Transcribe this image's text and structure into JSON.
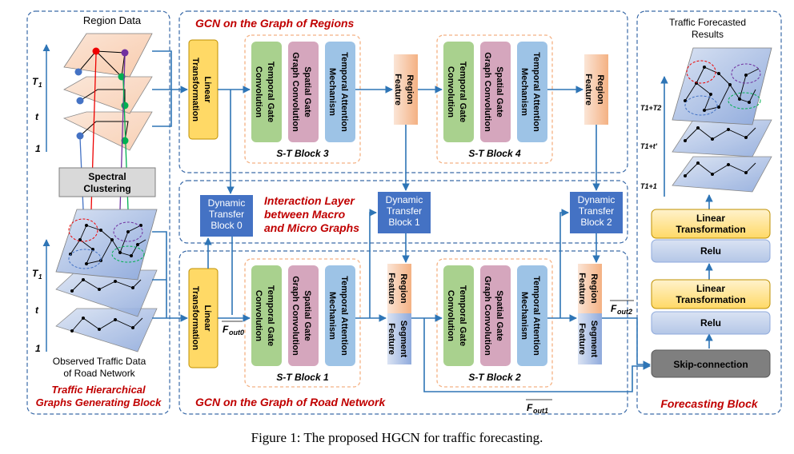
{
  "panels": {
    "hierarchical_title": "Traffic Hierarchical\nGraphs Generating Block",
    "gcn_regions_title": "GCN on the Graph of Regions",
    "interaction_title": "Interaction Layer\nbetween Macro\nand Micro Graphs",
    "gcn_road_title": "GCN on the Graph of Road Network",
    "forecasting_title": "Forecasting Block"
  },
  "left": {
    "region_data": "Region Data",
    "spectral_clustering": "Spectral\nClustering",
    "observed_traffic": "Observed Traffic Data\nof Road Network",
    "t_labels": {
      "T1": "T",
      "T1_sub": "1",
      "t": "t",
      "one": "1"
    }
  },
  "blocks": {
    "linear_transformation": "Linear\nTransformation",
    "temporal_gate": "Temporal Gate\nConvolution",
    "spatial_gate": "Spatial Gate\nGraph Convolution",
    "temporal_attention": "Temporal Attention\nMechanism",
    "region_feature": "Region\nFeature",
    "segment_feature": "Segment\nFeature",
    "st_block_3": "S-T  Block 3",
    "st_block_4": "S-T  Block 4",
    "st_block_1": "S-T  Block 1",
    "st_block_2": "S-T  Block 2",
    "dyn_0": "Dynamic\nTransfer\nBlock 0",
    "dyn_1": "Dynamic\nTransfer\nBlock 1",
    "dyn_2": "Dynamic\nTransfer\nBlock 2",
    "f_out0": "F",
    "f_out0_sub": "out0",
    "f_out1": "F",
    "f_out1_sub": "out1",
    "f_out2": "F",
    "f_out2_sub": "out2"
  },
  "forecast": {
    "results_title": "Traffic Forecasted\nResults",
    "t_labels": [
      "T1+T2",
      "T1+t'",
      "T1+1"
    ],
    "linear_1": "Linear\nTransformation",
    "relu_1": "Relu",
    "linear_2": "Linear\nTransformation",
    "relu_2": "Relu",
    "skip": "Skip-connection"
  },
  "caption": "Figure 1: The proposed HGCN for traffic forecasting.",
  "colors": {
    "panel_border": "#3a6aa8",
    "blue_box": "#4472c4",
    "yellow": "#ffd966",
    "green": "#a9d18e",
    "pink": "#d5a6bd",
    "lightblue": "#9dc3e6",
    "orange": "#f4b183",
    "arrow": "#2e75b6",
    "red_text": "#c00000"
  }
}
